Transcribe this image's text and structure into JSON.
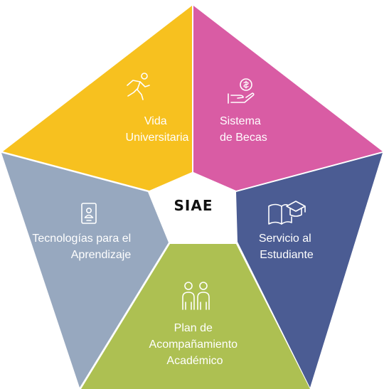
{
  "center": {
    "label": "SIAE"
  },
  "segments": [
    {
      "id": "vida",
      "lines": [
        "Vida",
        "Universitaria"
      ],
      "color": "#f7c11f",
      "icon": "runner-icon"
    },
    {
      "id": "becas",
      "lines": [
        "Sistema",
        "de Becas"
      ],
      "color": "#d95ca4",
      "icon": "hand-coin-icon"
    },
    {
      "id": "servicio",
      "lines": [
        "Servicio al",
        "Estudiante"
      ],
      "color": "#4b5c93",
      "icon": "book-graduation-cap-icon"
    },
    {
      "id": "plan",
      "lines": [
        "Plan de",
        "Acompañamiento",
        "Académico"
      ],
      "color": "#adc052",
      "icon": "two-people-icon"
    },
    {
      "id": "tecnologias",
      "lines": [
        "Tecnologías para el",
        "Aprendizaje"
      ],
      "color": "#97a8bf",
      "icon": "tablet-user-icon"
    }
  ]
}
